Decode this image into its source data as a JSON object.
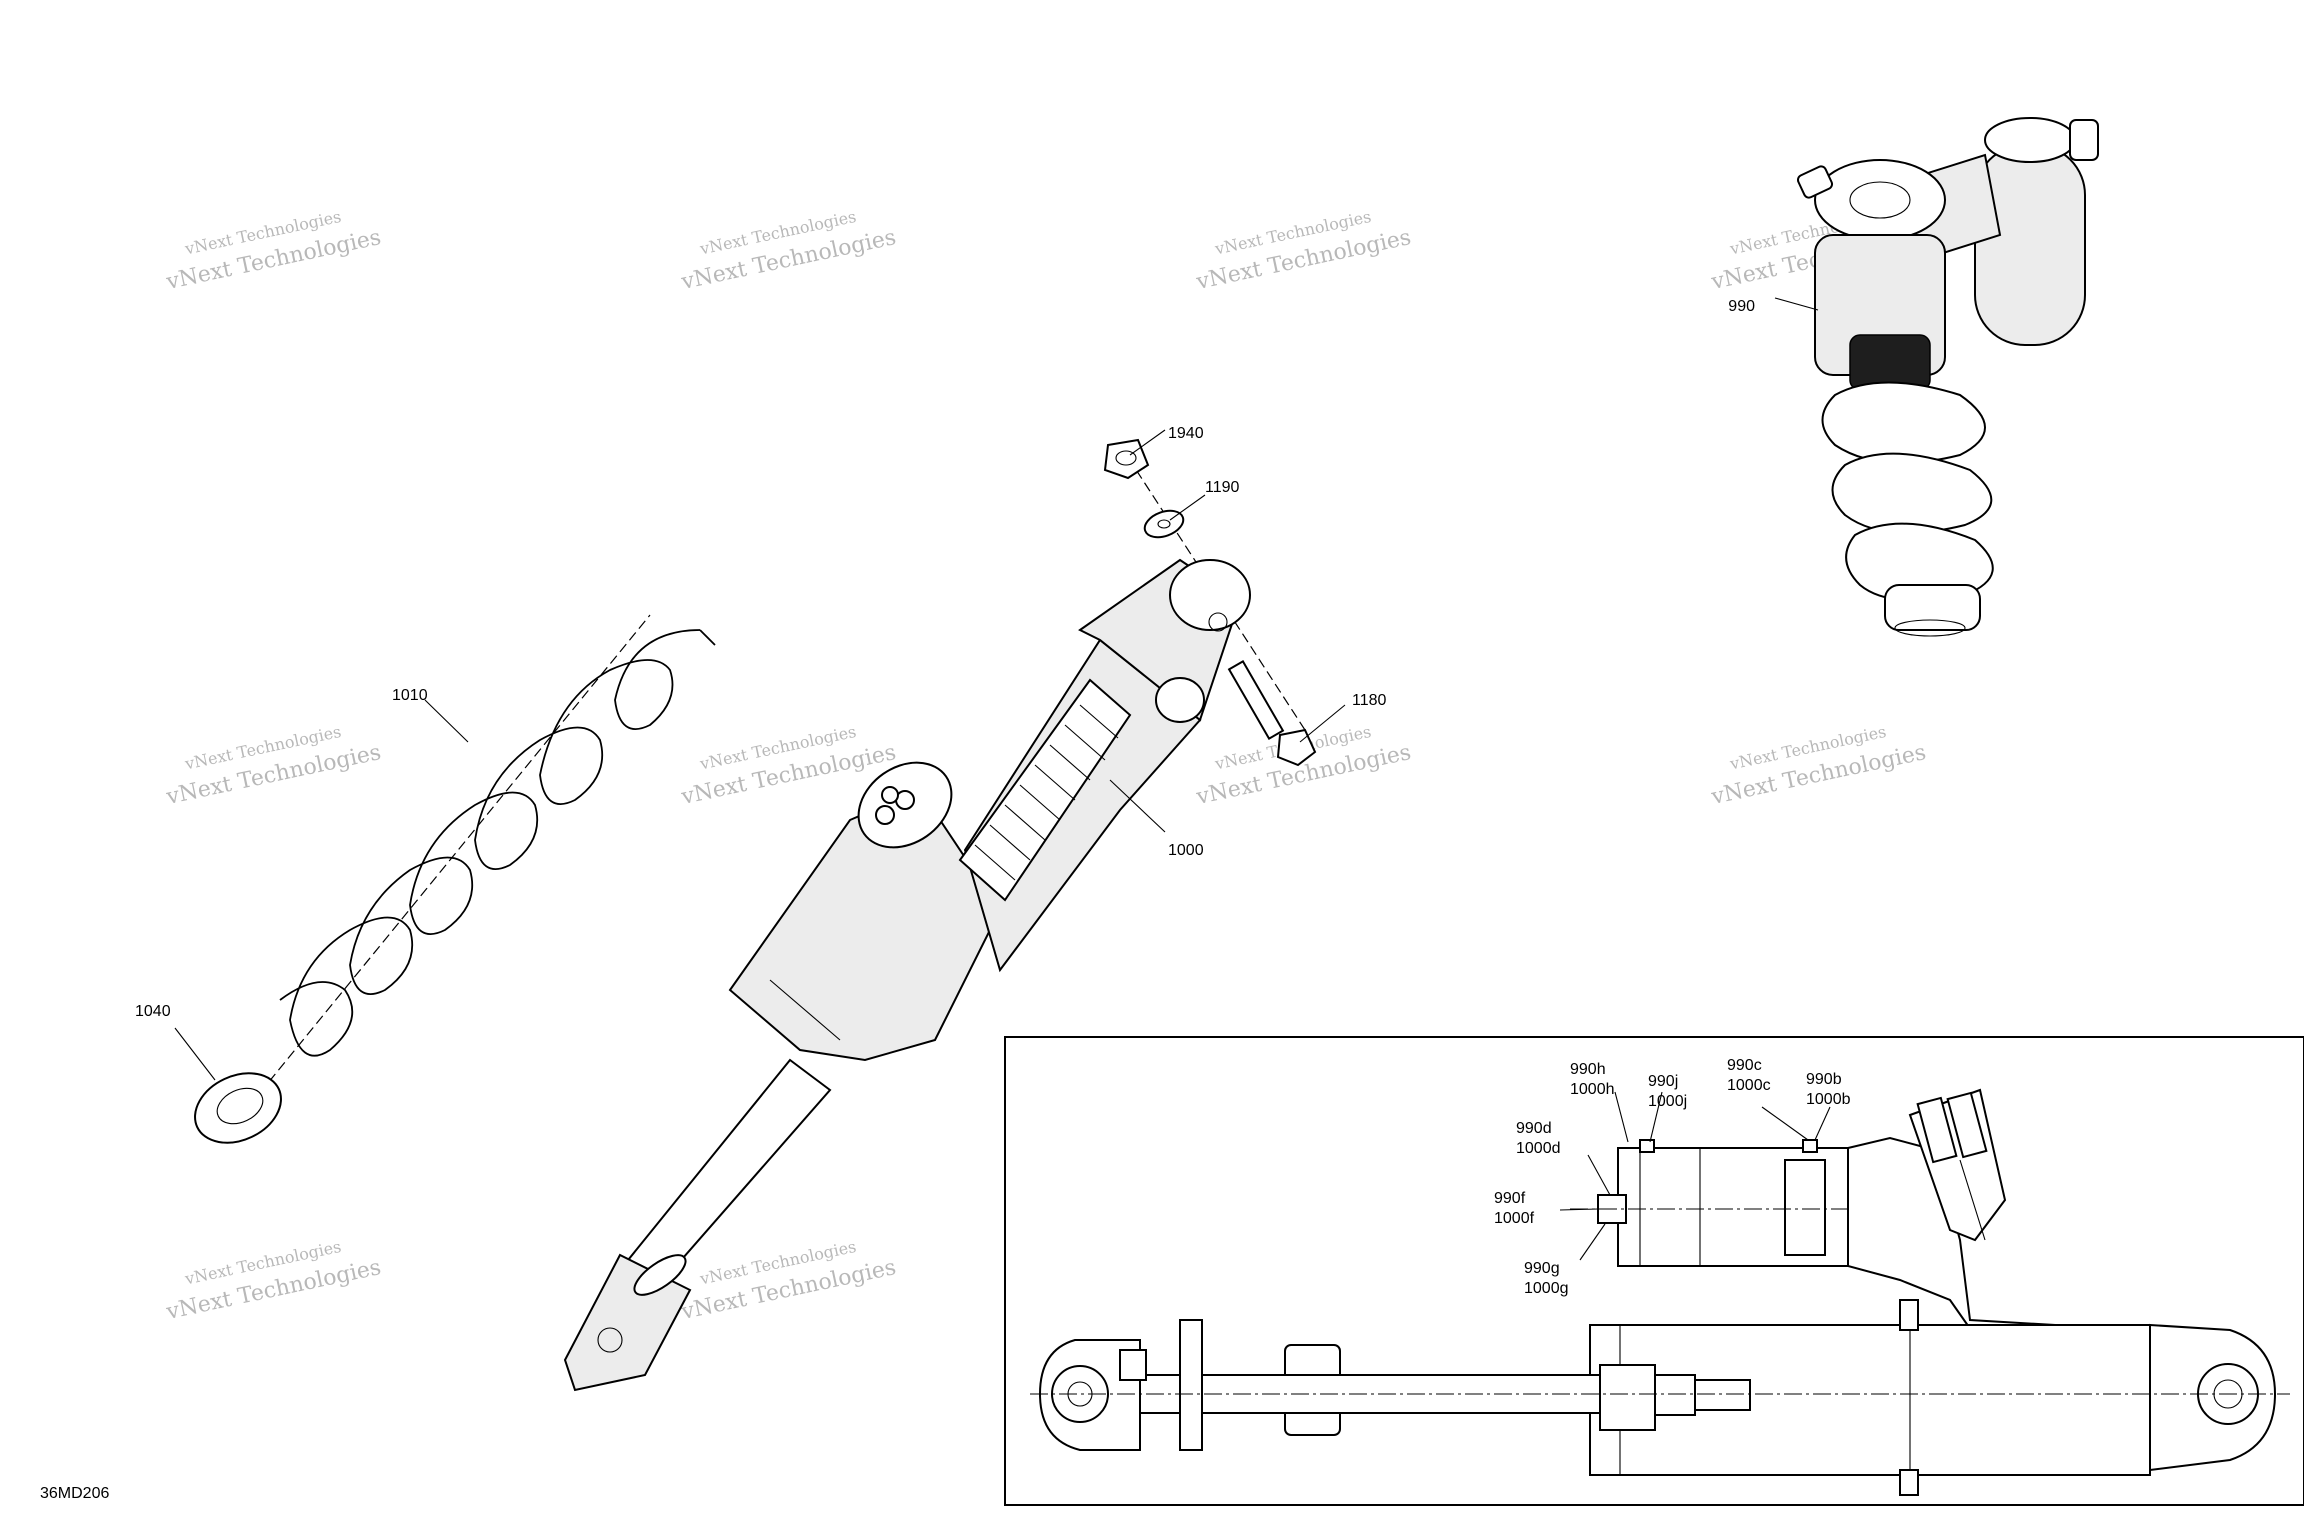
{
  "diagram": {
    "figure_code": "36MD206",
    "watermark": {
      "line1": "vNext Technologies",
      "line2": "vNext Technologies"
    },
    "callouts": {
      "c990": "990",
      "c1940": "1940",
      "c1190": "1190",
      "c1010": "1010",
      "c1180": "1180",
      "c1000": "1000",
      "c1040": "1040",
      "c990h": "990h",
      "c1000h": "1000h",
      "c990j": "990j",
      "c1000j": "1000j",
      "c990c": "990c",
      "c1000c": "1000c",
      "c990b": "990b",
      "c1000b": "1000b",
      "c990d": "990d",
      "c1000d": "1000d",
      "c990f": "990f",
      "c1000f": "1000f",
      "c990g": "990g",
      "c1000g": "1000g"
    }
  }
}
